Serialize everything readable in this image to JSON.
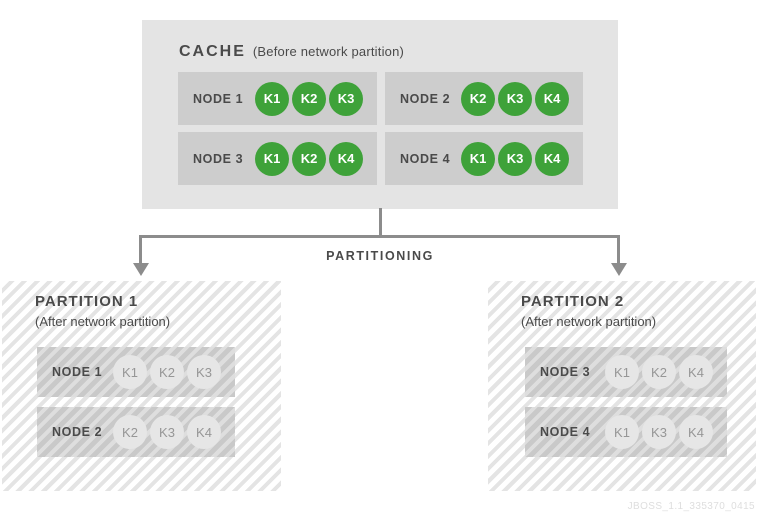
{
  "palette": {
    "page_bg": "#ffffff",
    "cache_box_bg": "#e4e4e4",
    "node_row_bg": "#cdcdcd",
    "key_green": "#3ea239",
    "key_gray": "#e6e6e6",
    "text_dark": "#4a4a4a",
    "connector_gray": "#8c8c8c",
    "watermark_gray": "#dedede"
  },
  "cache": {
    "title": "CACHE",
    "subtitle": "(Before network partition)",
    "nodes": [
      {
        "label": "NODE 1",
        "keys": [
          "K1",
          "K2",
          "K3"
        ]
      },
      {
        "label": "NODE 2",
        "keys": [
          "K2",
          "K3",
          "K4"
        ]
      },
      {
        "label": "NODE 3",
        "keys": [
          "K1",
          "K2",
          "K4"
        ]
      },
      {
        "label": "NODE 4",
        "keys": [
          "K1",
          "K3",
          "K4"
        ]
      }
    ]
  },
  "partitioning_label": "PARTITIONING",
  "partitions": [
    {
      "title": "PARTITION 1",
      "subtitle": "(After network partition)",
      "nodes": [
        {
          "label": "NODE 1",
          "keys": [
            "K1",
            "K2",
            "K3"
          ]
        },
        {
          "label": "NODE 2",
          "keys": [
            "K2",
            "K3",
            "K4"
          ]
        }
      ]
    },
    {
      "title": "PARTITION 2",
      "subtitle": "(After network partition)",
      "nodes": [
        {
          "label": "NODE 3",
          "keys": [
            "K1",
            "K2",
            "K4"
          ]
        },
        {
          "label": "NODE 4",
          "keys": [
            "K1",
            "K3",
            "K4"
          ]
        }
      ]
    }
  ],
  "watermark": "JBOSS_1.1_335370_0415"
}
